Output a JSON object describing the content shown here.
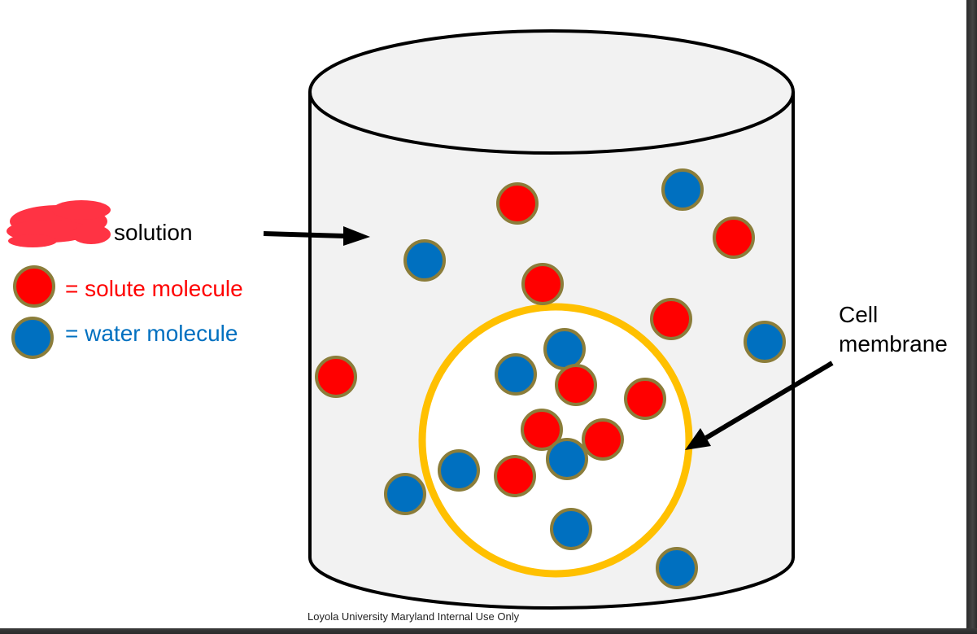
{
  "legend": {
    "solution_label": "solution",
    "solute_label": "= solute molecule",
    "water_label": "= water molecule"
  },
  "membrane_label_line1": "Cell",
  "membrane_label_line2": "membrane",
  "footer": "Loyola University Maryland Internal Use Only",
  "colors": {
    "solute": "#ff0000",
    "water": "#0070c0",
    "molecule_outline": "#8b7d3a",
    "membrane": "#ffc000",
    "redaction": "#ff3344",
    "solute_text": "#ff0000",
    "water_text": "#0070c0"
  }
}
